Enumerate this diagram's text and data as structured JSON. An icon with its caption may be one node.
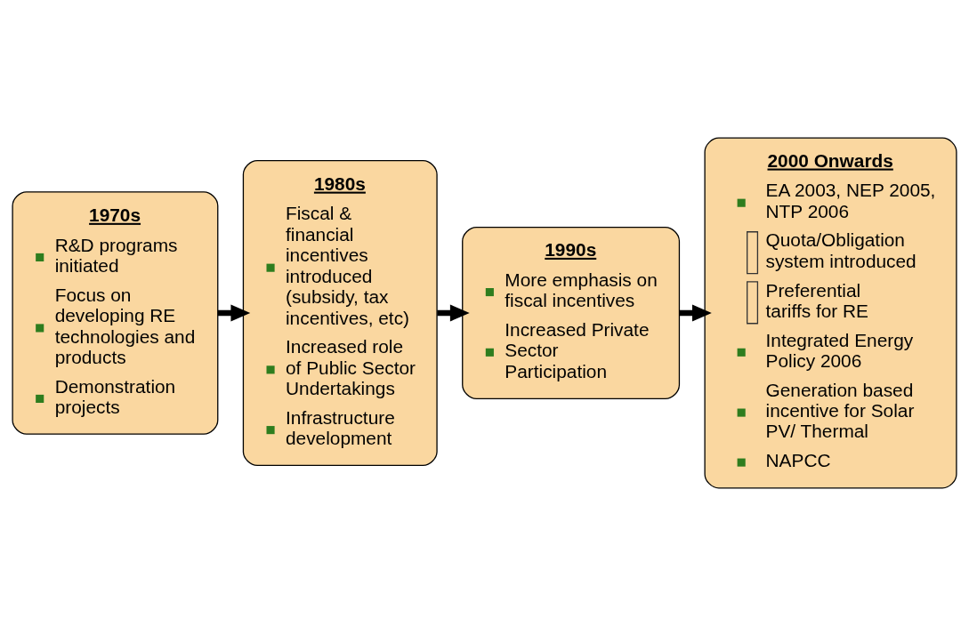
{
  "diagram": {
    "nodes": [
      {
        "text": [
          "1970s",
          "R&D programs initiated",
          "Focus on developing RE technologies and products",
          "Demonstration projects"
        ]
      },
      {
        "text": [
          "1980s",
          "Fiscal & financial incentives introduced (subsidy, tax incentives, etc)",
          "Increased role of Public Sector Undertakings",
          "Infrastructure development"
        ]
      },
      {
        "text": [
          "1990s",
          "More emphasis on fiscal incentives",
          "Increased Private Sector Participation"
        ]
      },
      {
        "text": [
          "2000 Onwards",
          "EA 2003, NEP 2005, NTP 2006",
          "Quota/Obligation system introduced",
          "Preferential tariffs for RE",
          "Integrated Energy Policy 2006",
          "Generation based incentive for Solar PV/ Thermal",
          "NAPCC"
        ]
      }
    ],
    "edges": [
      {
        "from": 0,
        "to": 1,
        "arrow": "to"
      },
      {
        "from": 1,
        "to": 2,
        "arrow": "to"
      },
      {
        "from": 2,
        "to": 3,
        "arrow": "to"
      }
    ]
  }
}
